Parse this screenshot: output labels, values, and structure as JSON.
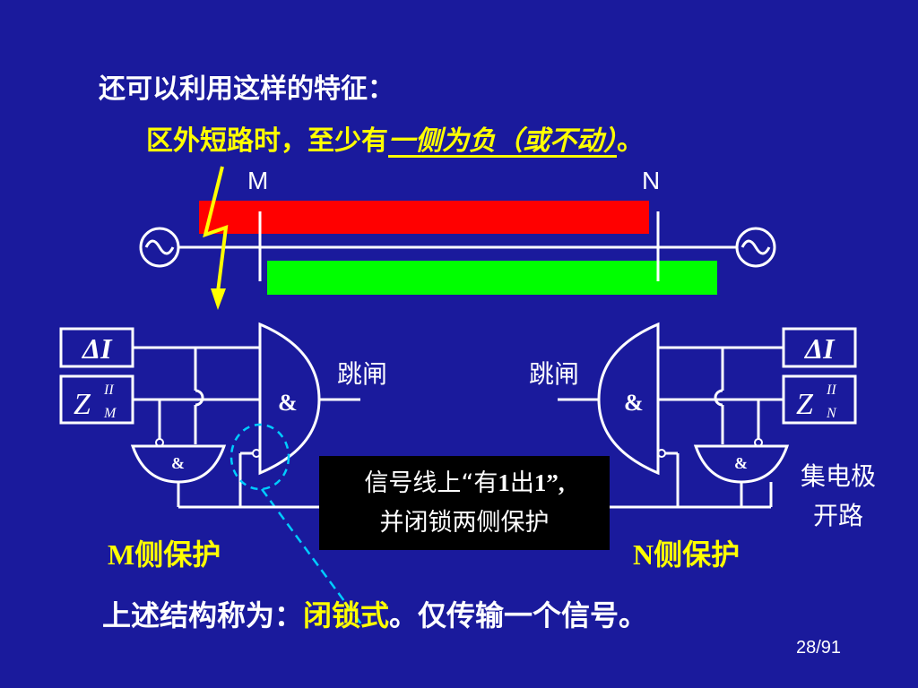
{
  "intro": "还可以利用这样的特征：",
  "feature": {
    "prefix": "区外短路时，至少有",
    "emph": "一侧为负（或不动）",
    "suffix": "。"
  },
  "buses": {
    "m": "M",
    "n": "N"
  },
  "colors": {
    "background": "#1a1a9c",
    "red_bar": "#ff0000",
    "green_bar": "#00ff00",
    "highlight": "#ffff00",
    "fault": "#ffff00",
    "dashed": "#00ccff"
  },
  "relay_boxes": {
    "delta_i": {
      "delta": "Δ",
      "i": "I"
    },
    "z_m": {
      "z": "Z",
      "sup": "II",
      "sub": "M"
    },
    "z_n": {
      "z": "Z",
      "sup": "II",
      "sub": "N"
    }
  },
  "gates": {
    "and_symbol": "&"
  },
  "trip_left": "跳闸",
  "trip_right": "跳闸",
  "signal_box": {
    "line1_a": "信号线上“有",
    "line1_b": "1",
    "line1_c": "出",
    "line1_d": "1”,",
    "line2": "并闭锁两侧保护"
  },
  "open_collector": {
    "line1": "集电极",
    "line2": "开路"
  },
  "protection_m": {
    "letter": "M",
    "text": "侧保护"
  },
  "protection_n": {
    "letter": "N",
    "text": "侧保护"
  },
  "bottom": {
    "prefix": "上述结构称为：",
    "highlight": "闭锁式",
    "suffix": "。仅传输一个信号。"
  },
  "page_number": "28/91",
  "icons": [
    "ac-source-icon",
    "fault-lightning-icon"
  ]
}
